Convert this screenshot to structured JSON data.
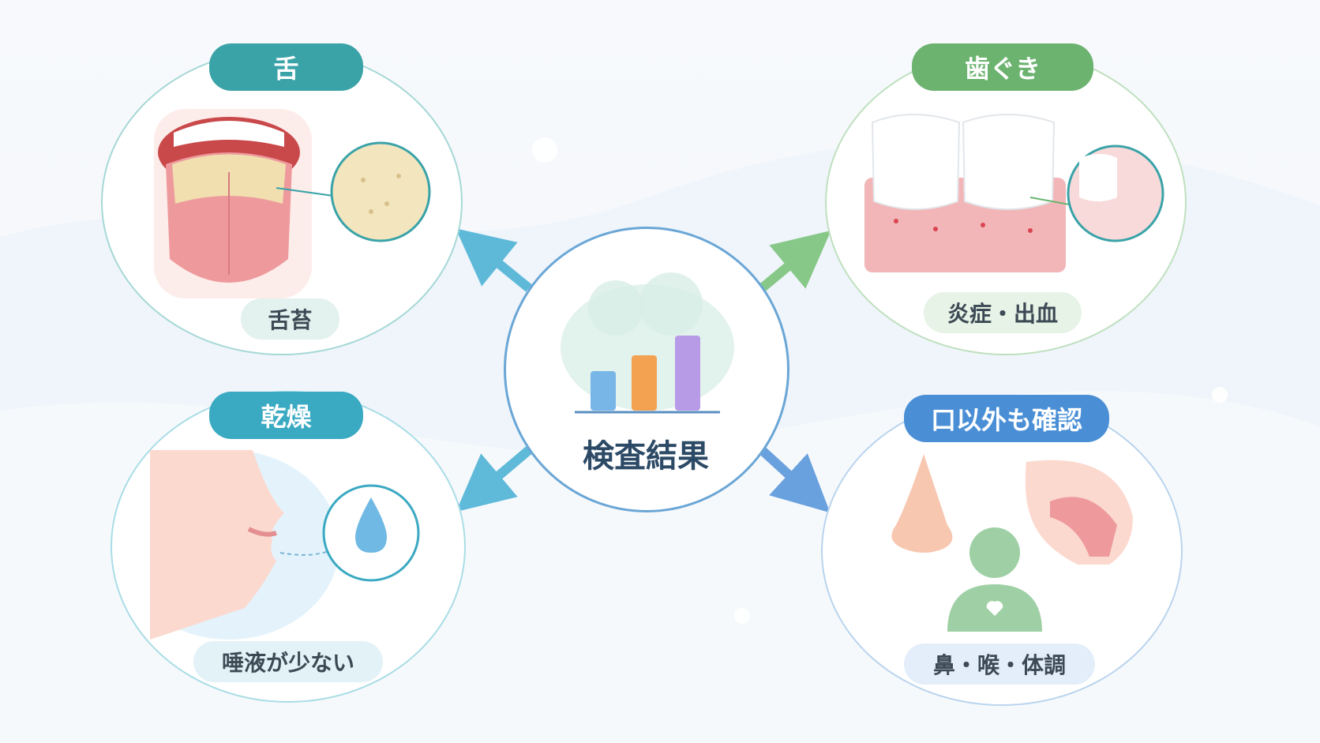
{
  "center": {
    "label": "検査結果"
  },
  "panels": {
    "tongue": {
      "title": "舌",
      "sub": "舌苔",
      "color": "#3aa3a8"
    },
    "gums": {
      "title": "歯ぐき",
      "sub": "炎症・出血",
      "color": "#6bb36f"
    },
    "dry": {
      "title": "乾燥",
      "sub": "唾液が少ない",
      "color": "#3aa9c2"
    },
    "other": {
      "title": "口以外も確認",
      "sub": "鼻・喉・体調",
      "color": "#4a8fd6"
    }
  },
  "icons": {
    "tongue": "tongue-coating-icon",
    "gums": "gum-bleeding-icon",
    "dry": "saliva-drop-icon",
    "other": "nose-throat-body-icon",
    "center": "bar-chart-icon"
  }
}
